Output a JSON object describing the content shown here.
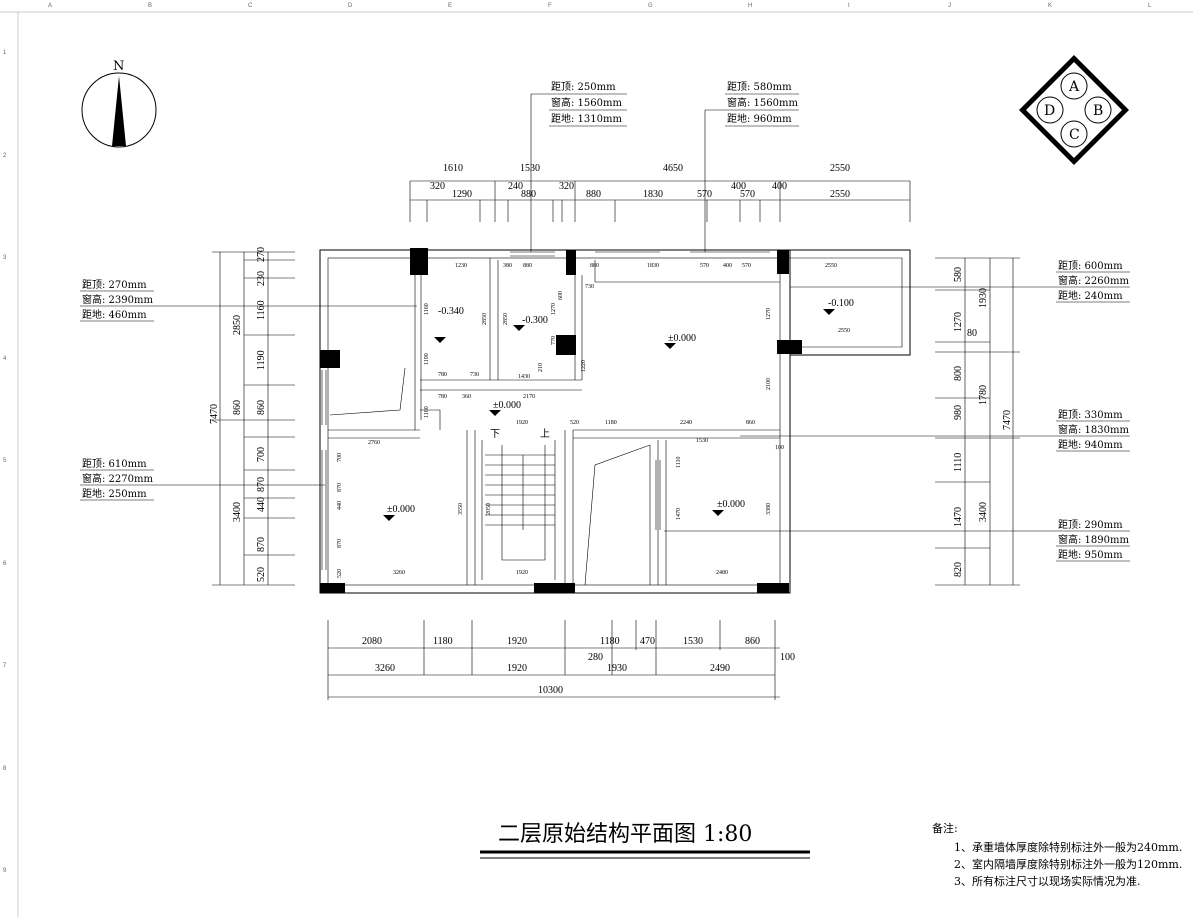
{
  "title": "二层原始结构平面图 1:80",
  "north": "N",
  "compass": {
    "a": "A",
    "b": "B",
    "c": "C",
    "d": "D"
  },
  "grid_cols": [
    "A",
    "B",
    "C",
    "D",
    "E",
    "F",
    "G",
    "H",
    "I",
    "J",
    "K",
    "L"
  ],
  "grid_rows": [
    "1",
    "2",
    "3",
    "4",
    "5",
    "6",
    "7",
    "8",
    "9"
  ],
  "window_tags": [
    {
      "top": "距顶: 250mm",
      "height": "窗高: 1560mm",
      "floor": "距地: 1310mm"
    },
    {
      "top": "距顶: 580mm",
      "height": "窗高: 1560mm",
      "floor": "距地: 960mm"
    },
    {
      "top": "距顶: 270mm",
      "height": "窗高: 2390mm",
      "floor": "距地: 460mm"
    },
    {
      "top": "距顶: 610mm",
      "height": "窗高: 2270mm",
      "floor": "距地: 250mm"
    },
    {
      "top": "距顶: 600mm",
      "height": "窗高: 2260mm",
      "floor": "距地: 240mm"
    },
    {
      "top": "距顶: 330mm",
      "height": "窗高: 1830mm",
      "floor": "距地: 940mm"
    },
    {
      "top": "距顶: 290mm",
      "height": "窗高: 1890mm",
      "floor": "距地: 950mm"
    }
  ],
  "elevations": [
    "-0.340",
    "-0.300",
    "±0.000",
    "-0.100",
    "±0.000",
    "±0.000",
    "±0.000"
  ],
  "stair": {
    "down": "下",
    "up": "上"
  },
  "dims_top_1": [
    "1610",
    "1530",
    "4650",
    "2550"
  ],
  "dims_top_2": [
    "320",
    "1290",
    "240",
    "880",
    "320",
    "880",
    "1830",
    "570",
    "400",
    "570",
    "400",
    "2550"
  ],
  "dims_left_inner": [
    "270",
    "230",
    "1160",
    "1190",
    "860",
    "700",
    "870",
    "440",
    "870",
    "520"
  ],
  "dims_left_outer": [
    "2850",
    "860",
    "3400"
  ],
  "dims_left_total": "7470",
  "dims_right_inner": [
    "580",
    "1270",
    "80",
    "800",
    "980",
    "1110",
    "1470",
    "820"
  ],
  "dims_right_outer": [
    "1930",
    "1780",
    "3400"
  ],
  "dims_right_total": "7470",
  "dims_bottom_1": [
    "2080",
    "1180",
    "1920",
    "1180",
    "470",
    "1530",
    "860"
  ],
  "dims_bottom_2": [
    "3260",
    "1920",
    "1930",
    "2490"
  ],
  "dims_bottom_extra": [
    "280",
    "100"
  ],
  "dims_bottom_total": "10300",
  "interior_dims": [
    "1230",
    "380",
    "880",
    "880",
    "1830",
    "570",
    "400",
    "570",
    "2550",
    "1160",
    "2850",
    "2850",
    "1270",
    "2100",
    "1190",
    "780",
    "730",
    "780",
    "360",
    "2170",
    "1430",
    "210",
    "2550",
    "1920",
    "520",
    "1180",
    "2240",
    "860",
    "1530",
    "2760",
    "3260",
    "1920",
    "2480",
    "3550",
    "2050",
    "1110",
    "1470",
    "3380",
    "870",
    "440",
    "870",
    "520",
    "100",
    "1100",
    "1270",
    "770",
    "1220",
    "600",
    "700",
    "730"
  ],
  "notes": {
    "header": "备注:",
    "items": [
      "1、承重墙体厚度除特别标注外一般为240mm.",
      "2、室内隔墙厚度除特别标注外一般为120mm.",
      "3、所有标注尺寸以现场实际情况为准."
    ]
  }
}
